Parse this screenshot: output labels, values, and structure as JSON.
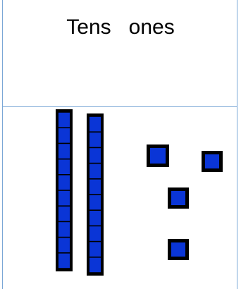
{
  "header": {
    "tens_label": "Tens",
    "ones_label": "ones"
  },
  "model": {
    "tens_rods": 2,
    "ones_cubes": 4,
    "unit_color": "#0a35d6",
    "outline_color": "#000000",
    "grid_line_color": "#7aa7d6"
  }
}
